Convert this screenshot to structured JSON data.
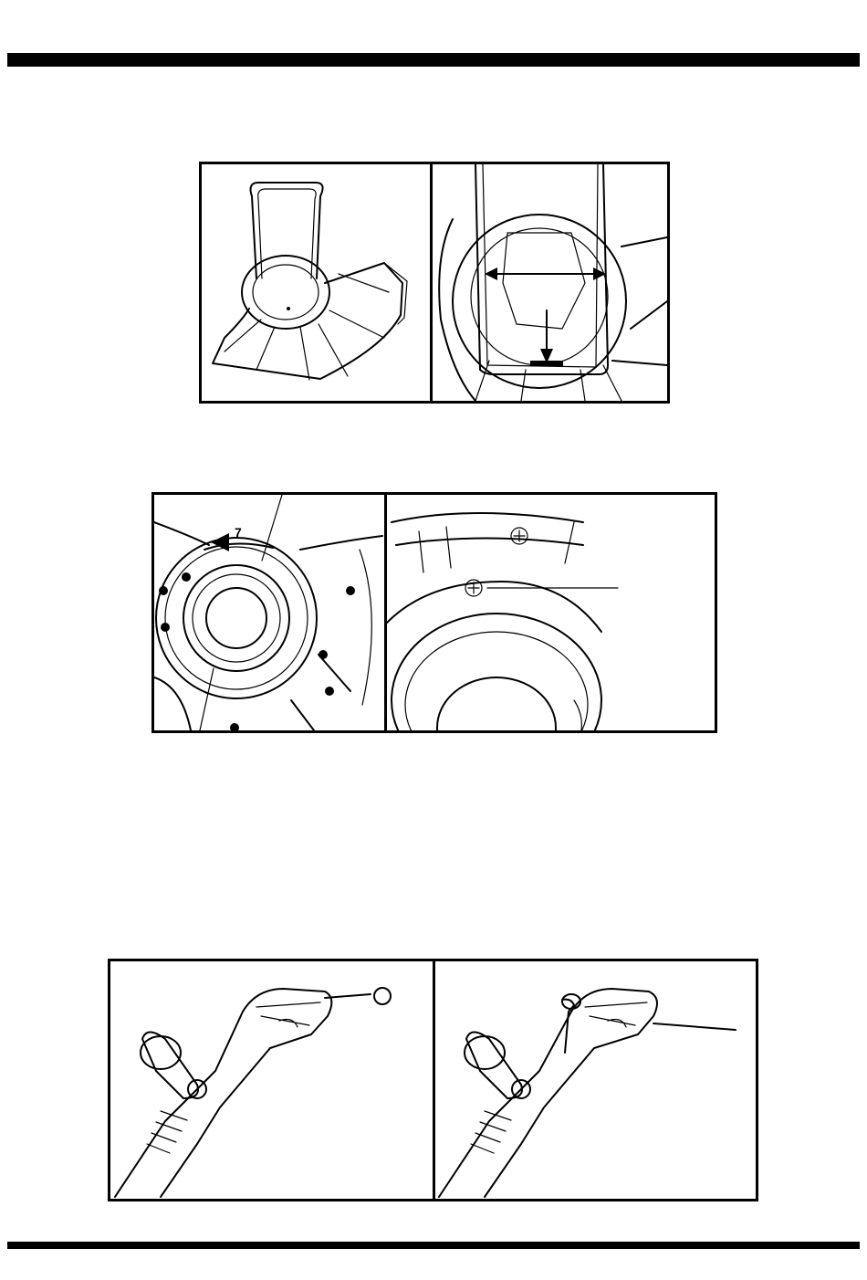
{
  "page": {
    "figures": [
      {
        "id": "guard-assembly",
        "panels": 2,
        "marks": [
          "double-arrow",
          "down-arrow"
        ]
      },
      {
        "id": "spool-cover-rotation",
        "panels": 2,
        "marks": [
          "rotation-arrow",
          "pointer-line"
        ],
        "glyph": "7"
      },
      {
        "id": "handle-assembly",
        "panels": 2
      }
    ],
    "colors": {
      "ink": "#000000",
      "paper": "#ffffff"
    }
  }
}
